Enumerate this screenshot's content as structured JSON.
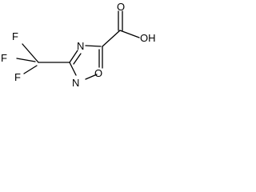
{
  "molecule": {
    "atoms": {
      "f1": "F",
      "f2": "F",
      "f3": "F",
      "n4": "N",
      "o1": "O",
      "n2": "N",
      "oh": "OH",
      "o_carbonyl": "O"
    },
    "colors": {
      "ink": "#000000",
      "background": "#ffffff"
    }
  }
}
